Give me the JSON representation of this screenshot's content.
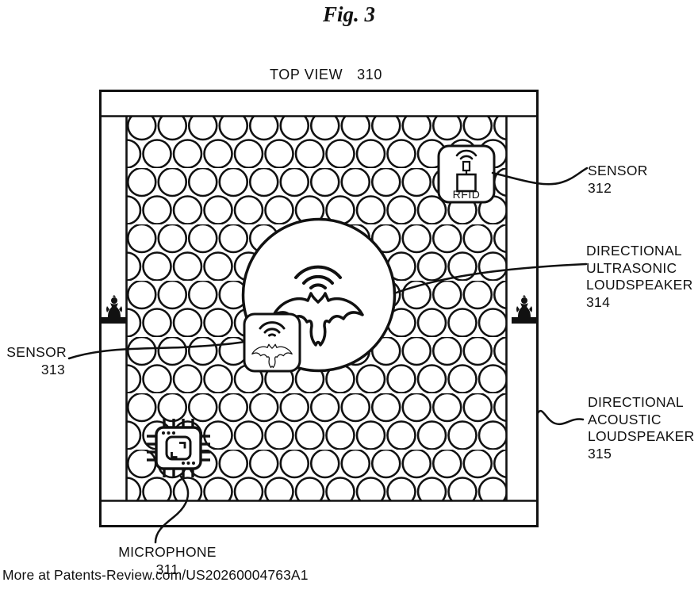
{
  "figure": {
    "title": "Fig. 3"
  },
  "view": {
    "label": "TOP VIEW",
    "ref": "310"
  },
  "callouts": {
    "sensor_312": {
      "name": "SENSOR",
      "ref": "312"
    },
    "sensor_313": {
      "name": "SENSOR",
      "ref": "313"
    },
    "ultrasonic_314": {
      "line1": "DIRECTIONAL",
      "line2": "ULTRASONIC",
      "line3": "LOUDSPEAKER",
      "ref": "314"
    },
    "acoustic_315": {
      "line1": "DIRECTIONAL",
      "line2": "ACOUSTIC",
      "line3": "LOUDSPEAKER",
      "ref": "315"
    },
    "microphone_311": {
      "name": "MICROPHONE",
      "ref": "311"
    }
  },
  "icons": {
    "rfid_tag": {
      "label": "RFID",
      "glyph": "rfid-tag-icon"
    },
    "ultrasonic_emitter": "wifi-bat-icon",
    "sensor_emitter": "wifi-bat-icon",
    "microphone_chip": "chip-icon",
    "left_figure": "statue-icon",
    "right_figure": "statue-icon"
  },
  "footer": {
    "watermark": "More at Patents-Review.com/US20260004763A1"
  },
  "colors": {
    "ink": "#111111",
    "background": "#ffffff"
  }
}
